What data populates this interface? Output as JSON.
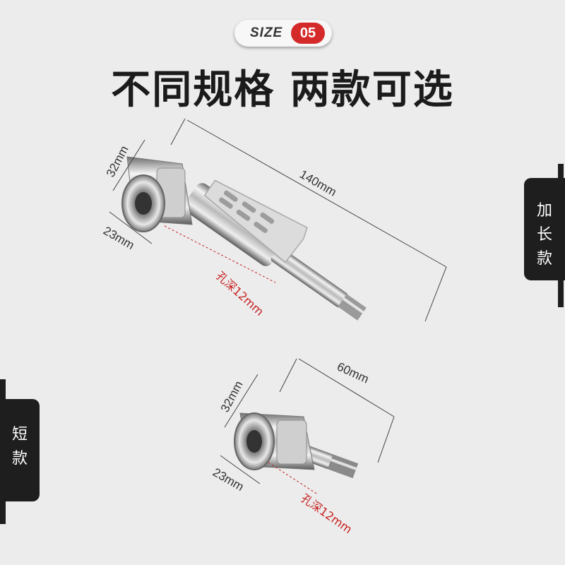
{
  "badge": {
    "size_label": "SIZE",
    "number": "05"
  },
  "headline": "不同规格 两款可选",
  "long_model": {
    "tab_label": [
      "加",
      "长",
      "款"
    ],
    "length": "140mm",
    "head_height": "32mm",
    "head_width": "23mm",
    "hole_depth": "孔深12mm"
  },
  "short_model": {
    "tab_label": [
      "短",
      "款"
    ],
    "length": "60mm",
    "head_height": "32mm",
    "head_width": "23mm",
    "hole_depth": "孔深12mm"
  },
  "colors": {
    "accent": "#d42a2a",
    "tab": "#1e1e1e",
    "background": "#ececec"
  }
}
